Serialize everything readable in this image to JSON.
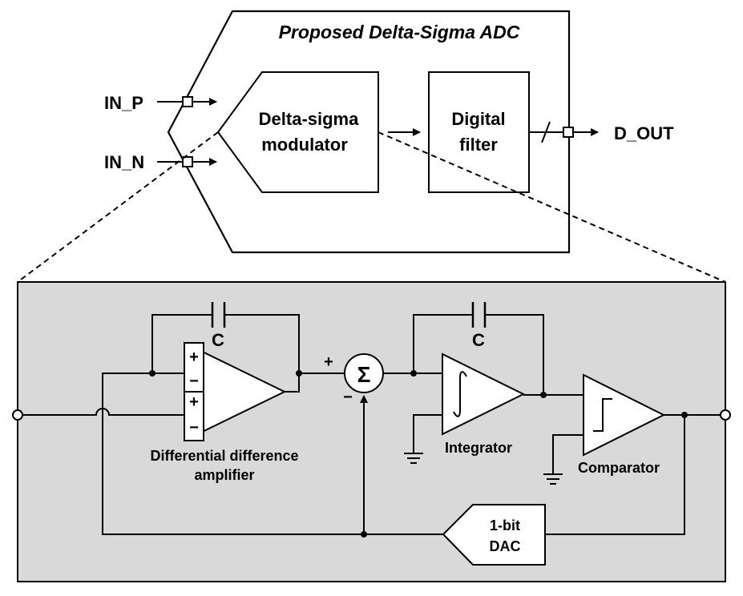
{
  "top": {
    "title": "Proposed Delta-Sigma ADC",
    "in_p": "IN_P",
    "in_n": "IN_N",
    "out": "D_OUT",
    "modulator_line1": "Delta-sigma",
    "modulator_line2": "modulator",
    "filter_line1": "Digital",
    "filter_line2": "filter"
  },
  "detail": {
    "cap1_label": "C",
    "cap2_label": "C",
    "plus_sign": "+",
    "minus_sign": "−",
    "dda_plus_top": "+",
    "dda_minus_top": "−",
    "dda_plus_bottom": "+",
    "dda_minus_bottom": "−",
    "summer_symbol": "Σ",
    "dda_label_line1": "Differential difference",
    "dda_label_line2": "amplifier",
    "integrator_label": "Integrator",
    "comparator_label": "Comparator",
    "dac_line1": "1-bit",
    "dac_line2": "DAC"
  },
  "colors": {
    "detail_background": "#d9d9d9",
    "stroke": "#000000"
  }
}
